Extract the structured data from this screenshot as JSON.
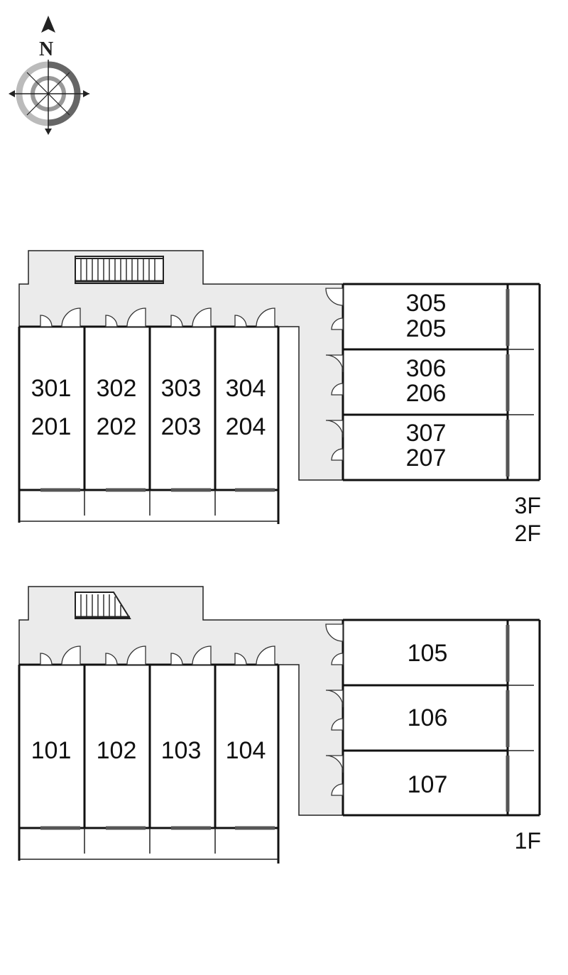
{
  "compass": {
    "north_label": "N"
  },
  "upper_plan": {
    "floor_labels": [
      "3F",
      "2F"
    ],
    "west_units": [
      {
        "lines": [
          "301",
          "201"
        ]
      },
      {
        "lines": [
          "302",
          "202"
        ]
      },
      {
        "lines": [
          "303",
          "203"
        ]
      },
      {
        "lines": [
          "304",
          "204"
        ]
      }
    ],
    "east_units": [
      {
        "lines": [
          "305",
          "205"
        ]
      },
      {
        "lines": [
          "306",
          "206"
        ]
      },
      {
        "lines": [
          "307",
          "207"
        ]
      }
    ]
  },
  "lower_plan": {
    "floor_labels": [
      "1F"
    ],
    "west_units": [
      {
        "lines": [
          "101"
        ]
      },
      {
        "lines": [
          "102"
        ]
      },
      {
        "lines": [
          "103"
        ]
      },
      {
        "lines": [
          "104"
        ]
      }
    ],
    "east_units": [
      {
        "lines": [
          "105"
        ]
      },
      {
        "lines": [
          "106"
        ]
      },
      {
        "lines": [
          "107"
        ]
      }
    ]
  }
}
